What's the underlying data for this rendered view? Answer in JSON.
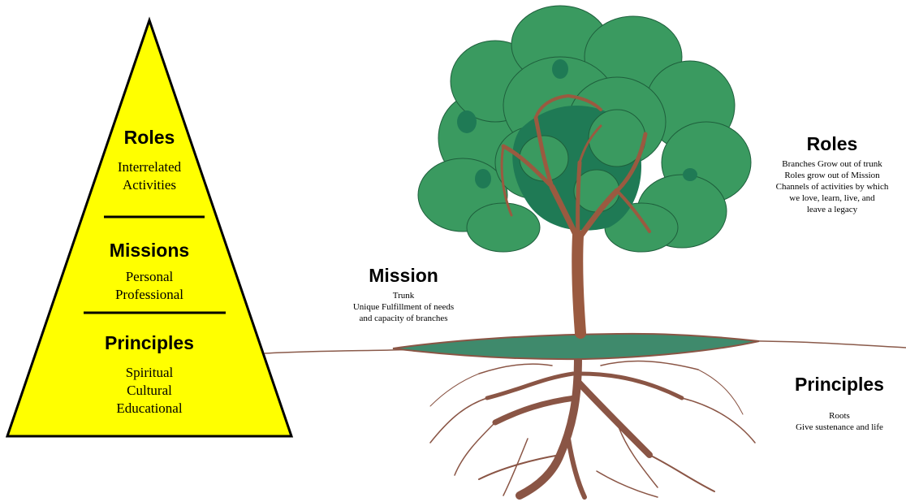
{
  "pyramid": {
    "colors": {
      "fill": "#ffff00",
      "stroke": "#000000"
    },
    "sections": [
      {
        "title": "Roles",
        "lines": [
          "Interrelated",
          "Activities"
        ]
      },
      {
        "title": "Missions",
        "lines": [
          "Personal",
          "Professional"
        ]
      },
      {
        "title": "Principles",
        "lines": [
          "Spiritual",
          "Cultural",
          "Educational"
        ]
      }
    ]
  },
  "tree": {
    "colors": {
      "foliage": "#3a9a60",
      "foliage_dark": "#1f7a55",
      "trunk": "#9a5a40",
      "ground": "#3f8a6c",
      "roots": "#8a5545"
    },
    "roles": {
      "title": "Roles",
      "lines": [
        "Branches Grow out of trunk",
        "Roles grow out of Mission",
        "Channels of activities by which",
        "we love, learn, live, and",
        "leave a legacy"
      ]
    },
    "mission": {
      "title": "Mission",
      "lines": [
        "Trunk",
        "Unique Fulfillment  of needs",
        "and capacity of branches"
      ]
    },
    "principles": {
      "title": "Principles",
      "lines": [
        "Roots",
        "Give sustenance and life"
      ]
    }
  }
}
